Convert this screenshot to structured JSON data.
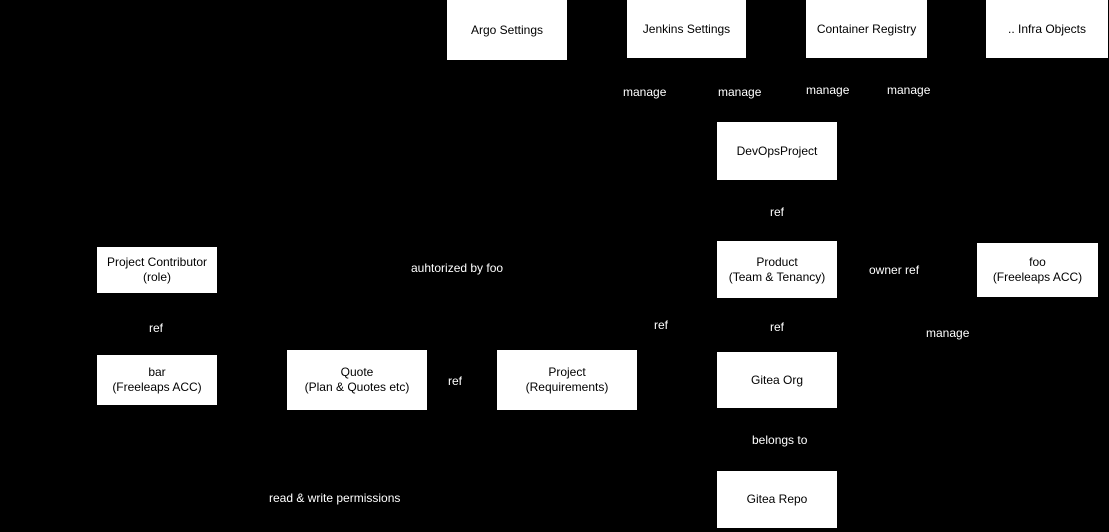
{
  "diagram": {
    "colors": {
      "background": "#000000",
      "node_fill": "#ffffff",
      "node_text": "#000000",
      "edge_label_bg": "#000000",
      "edge_label_text": "#ffffff"
    },
    "nodes": {
      "argo_settings": "Argo Settings",
      "jenkins_settings": "Jenkins Settings",
      "container_registry": "Container Registry",
      "infra_objects": ".. Infra Objects",
      "devops_project": "DevOpsProject",
      "product": "Product\n(Team & Tenancy)",
      "foo_acc": "foo\n(Freeleaps ACC)",
      "gitea_org": "Gitea Org",
      "gitea_repo": "Gitea Repo",
      "project_contributor": "Project Contributor\n(role)",
      "bar_acc": "bar\n(Freeleaps ACC)",
      "quote": "Quote\n(Plan & Quotes etc)",
      "project": "Project\n(Requirements)"
    },
    "edge_labels": {
      "manage_argo": "manage",
      "manage_jenkins": "manage",
      "manage_registry": "manage",
      "manage_infra": "manage",
      "ref_devops_product": "ref",
      "owner_ref": "owner ref",
      "manage_foo": "manage",
      "ref_project_product": "ref",
      "ref_product_gitea": "ref",
      "belongs_to": "belongs to",
      "ref_contributor": "ref",
      "authorized_by_foo": "auhtorized by foo",
      "ref_quote_project": "ref",
      "read_write_permissions": "read & write permissions"
    }
  }
}
